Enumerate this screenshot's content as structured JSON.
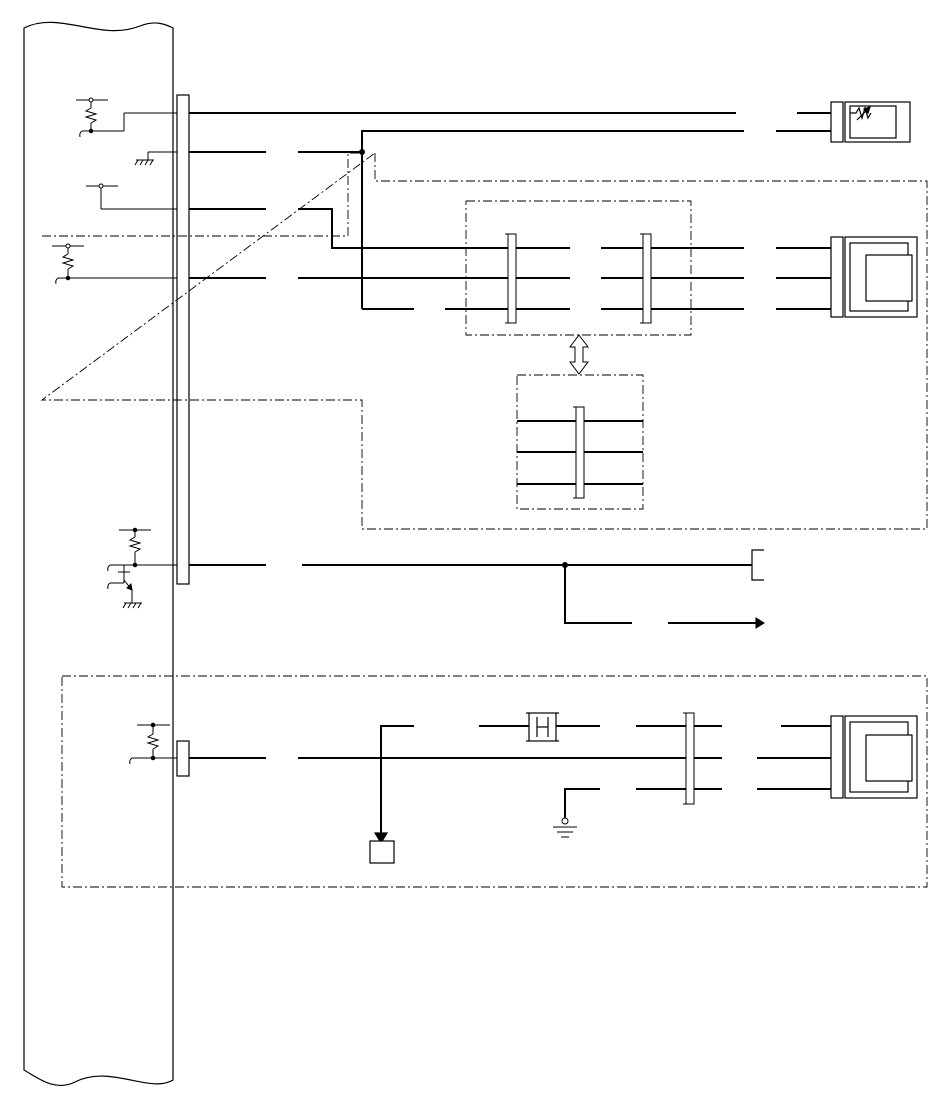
{
  "diagram": {
    "title": "",
    "ink_color": "#000000",
    "background_color": "#ffffff",
    "boundary_style": "dash-dot",
    "components": [
      "control-unit-block",
      "connector-row-1",
      "thermistor-sensor",
      "sensor-unit-upper",
      "junction-connector-group",
      "junction-connector-group-lower",
      "bidirectional-arrow",
      "transistor-driver",
      "output-connector",
      "arrow-output",
      "fuse",
      "ground-symbol",
      "sensor-unit-lower",
      "relay-block"
    ]
  }
}
